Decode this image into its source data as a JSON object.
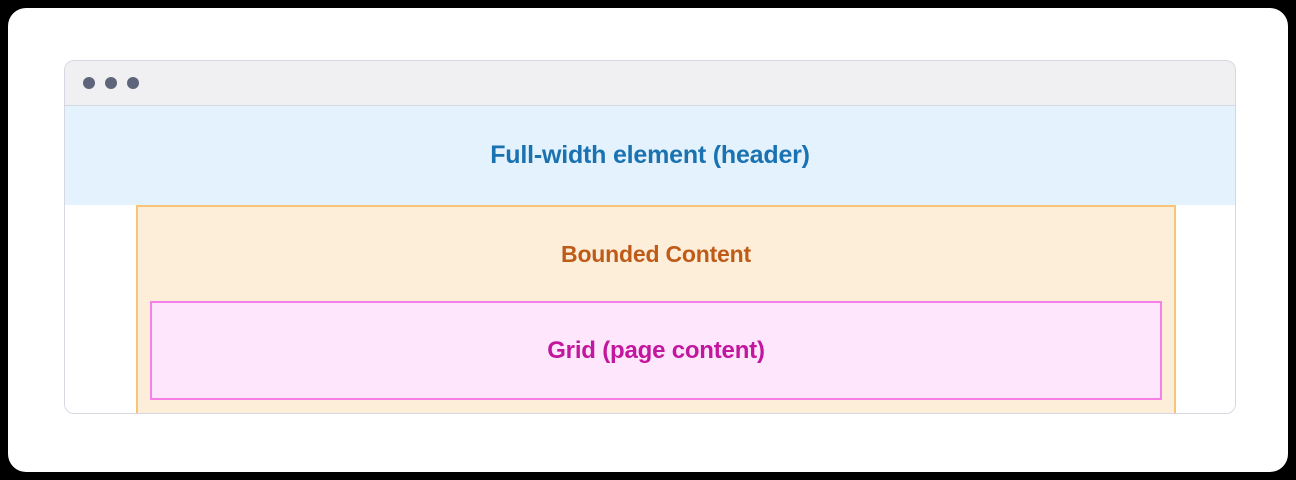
{
  "page": {
    "background_color": "#000000",
    "card_background": "#ffffff"
  },
  "browser_window": {
    "title_bar": {
      "background_color": "#f0f0f2",
      "border_color": "#d5d8e0",
      "traffic_lights": [
        {
          "name": "close",
          "color": "#5e657b"
        },
        {
          "name": "minimize",
          "color": "#5e657b"
        },
        {
          "name": "maximize",
          "color": "#5e657b"
        }
      ]
    },
    "viewport": {
      "header_band": {
        "label": "Full-width element (header)",
        "text_color": "#1a72b0",
        "background_color": "#e3f2fc"
      },
      "bounded_content": {
        "label": "Bounded Content",
        "text_color": "#bf5b18",
        "background_color": "#fdeed9",
        "border_color": "#f8c577"
      },
      "grid_content": {
        "label": "Grid (page content)",
        "text_color": "#c2169e",
        "background_color": "#fee7fd",
        "border_color": "#f77fe8"
      }
    }
  }
}
